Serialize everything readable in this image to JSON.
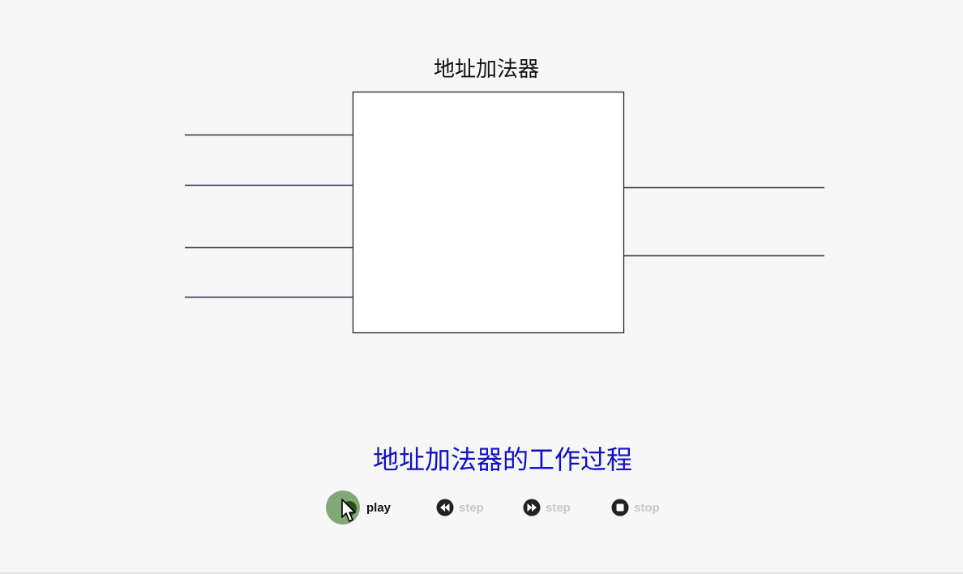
{
  "diagram": {
    "block_title": "地址加法器",
    "input_line_count": 4,
    "output_line_count": 2
  },
  "caption": "地址加法器的工作过程",
  "controls": {
    "play_label": "play",
    "step_back_label": "step",
    "step_forward_label": "step",
    "stop_label": "stop"
  },
  "colors": {
    "caption": "#1010c8",
    "line": "#2a2f4a",
    "disabled_text": "#c8c8c8",
    "play_button": "#82a878"
  }
}
